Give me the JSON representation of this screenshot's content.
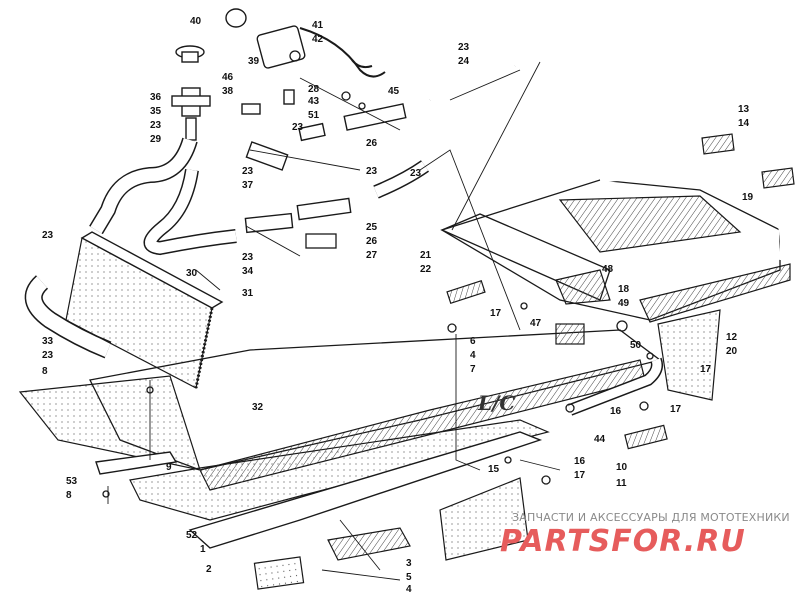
{
  "labels": [
    {
      "text": "40"
    },
    {
      "text": "41"
    },
    {
      "text": "42"
    },
    {
      "text": "39"
    },
    {
      "text": "36"
    },
    {
      "text": "46"
    },
    {
      "text": "38"
    },
    {
      "text": "28"
    },
    {
      "text": "43"
    },
    {
      "text": "45"
    },
    {
      "text": "51"
    },
    {
      "text": "35"
    },
    {
      "text": "23"
    },
    {
      "text": "29"
    },
    {
      "text": "23"
    },
    {
      "text": "24"
    },
    {
      "text": "26"
    },
    {
      "text": "23"
    },
    {
      "text": "37"
    },
    {
      "text": "23"
    },
    {
      "text": "25"
    },
    {
      "text": "26"
    },
    {
      "text": "27"
    },
    {
      "text": "23"
    },
    {
      "text": "34"
    },
    {
      "text": "30"
    },
    {
      "text": "31"
    },
    {
      "text": "23"
    },
    {
      "text": "33"
    },
    {
      "text": "23"
    },
    {
      "text": "8"
    },
    {
      "text": "32"
    },
    {
      "text": "53"
    },
    {
      "text": "8"
    },
    {
      "text": "9"
    },
    {
      "text": "52"
    },
    {
      "text": "1"
    },
    {
      "text": "2"
    },
    {
      "text": "4"
    },
    {
      "text": "3"
    },
    {
      "text": "5"
    },
    {
      "text": "6"
    },
    {
      "text": "4"
    },
    {
      "text": "7"
    },
    {
      "text": "21"
    },
    {
      "text": "22"
    },
    {
      "text": "48"
    },
    {
      "text": "17"
    },
    {
      "text": "47"
    },
    {
      "text": "18"
    },
    {
      "text": "49"
    },
    {
      "text": "50"
    },
    {
      "text": "17"
    },
    {
      "text": "12"
    },
    {
      "text": "20"
    },
    {
      "text": "16"
    },
    {
      "text": "17"
    },
    {
      "text": "44"
    },
    {
      "text": "10"
    },
    {
      "text": "11"
    },
    {
      "text": "15"
    },
    {
      "text": "16"
    },
    {
      "text": "17"
    },
    {
      "text": "13"
    },
    {
      "text": "14"
    },
    {
      "text": "19"
    },
    {
      "text": "23"
    },
    {
      "text": "23"
    }
  ],
  "decal_text": "L/C",
  "watermark": {
    "caption": "ЗАПЧАСТИ И АКСЕССУАРЫ ДЛЯ МОТОТЕХНИКИ",
    "logo": "PARTSFOR.RU"
  }
}
